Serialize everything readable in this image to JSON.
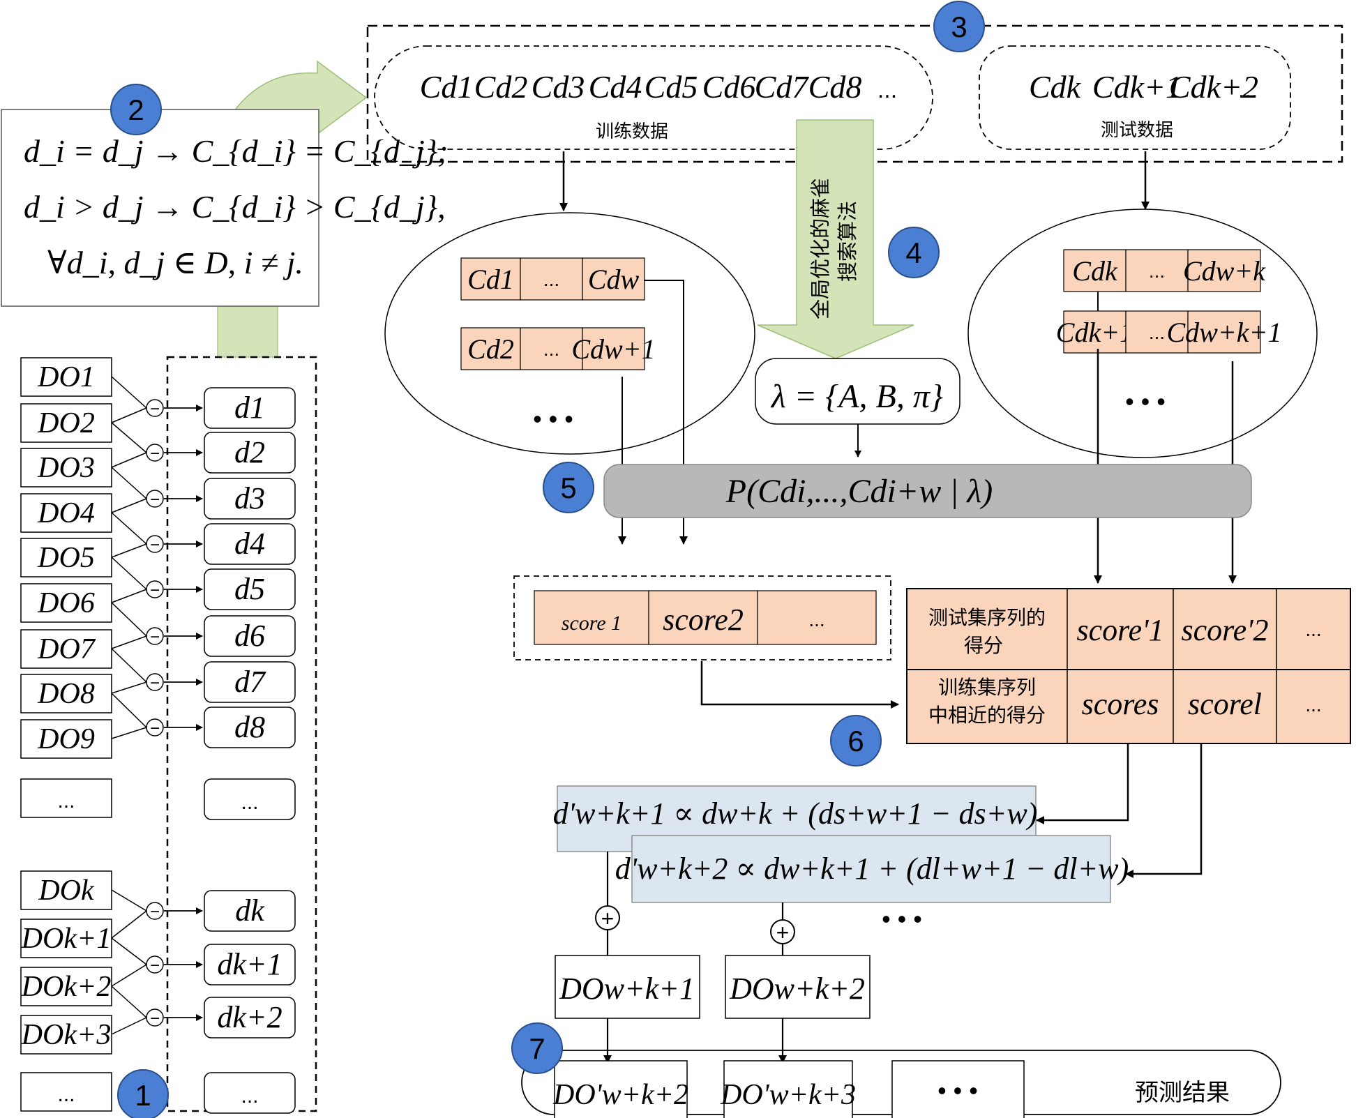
{
  "steps": [
    "1",
    "2",
    "3",
    "4",
    "5",
    "6",
    "7"
  ],
  "colors": {
    "step_circle": "#4a7fd4",
    "cell_fill": "#fbd5bb",
    "gray_bar": "#b8b8b8",
    "formula_fill": "#dce6f1",
    "arrow_fill": "#d4e4b8"
  },
  "rule_box": {
    "line1": "d_i = d_j → C_{d_i} = C_{d_j};",
    "line2": "d_i > d_j → C_{d_i} > C_{d_j},",
    "line3": "∀d_i, d_j ∈ D, i ≠ j."
  },
  "do_list": [
    "DO1",
    "DO2",
    "DO3",
    "DO4",
    "DO5",
    "DO6",
    "DO7",
    "DO8",
    "DO9",
    "...",
    "DOk",
    "DOk+1",
    "DOk+2",
    "DOk+3",
    "..."
  ],
  "d_list": [
    "d1",
    "d2",
    "d3",
    "d4",
    "d5",
    "d6",
    "d7",
    "d8",
    "...",
    "dk",
    "dk+1",
    "dk+2",
    "..."
  ],
  "minus_symbol": "−",
  "train_data": {
    "label": "训练数据",
    "symbols": [
      "Cd1",
      "Cd2",
      "Cd3",
      "Cd4",
      "Cd5",
      "Cd6",
      "Cd7",
      "Cd8",
      "..."
    ]
  },
  "test_data": {
    "label": "测试数据",
    "symbols": [
      "Cdk",
      "Cdk+1",
      "Cdk+2",
      "..."
    ]
  },
  "search_arrow": {
    "line1": "全局优化的麻雀",
    "line2": "搜索算法"
  },
  "lambda_box": "λ = {A, B, π}",
  "train_windows": [
    [
      "Cd1",
      "...",
      "Cdw"
    ],
    [
      "Cd2",
      "...",
      "Cdw+1"
    ]
  ],
  "test_windows": [
    [
      "Cdk",
      "...",
      "Cdw+k"
    ],
    [
      "Cdk+1",
      "...",
      "Cdw+k+1"
    ]
  ],
  "ellipsis_dots": "• • •",
  "prob_bar": "P(Cdi,...,Cdi+w | λ)",
  "score_row": [
    "score 1",
    "score2",
    "..."
  ],
  "score_table": {
    "row1_label": [
      "测试集序列的",
      "得分"
    ],
    "row1": [
      "score'1",
      "score'2",
      "..."
    ],
    "row2_label": [
      "训练集序列",
      "中相近的得分"
    ],
    "row2": [
      "scores",
      "scorel",
      "..."
    ]
  },
  "formula1": "d'w+k+1 ∝ dw+k + (ds+w+1 − ds+w)",
  "formula2": "d'w+k+2 ∝ dw+k+1 + (dl+w+1 − dl+w)",
  "plus_symbol": "+",
  "do_pred": [
    "DOw+k+1",
    "DOw+k+2"
  ],
  "result": {
    "items": [
      "DO'w+k+2",
      "DO'w+k+3",
      "• • •"
    ],
    "label": "预测结果"
  }
}
